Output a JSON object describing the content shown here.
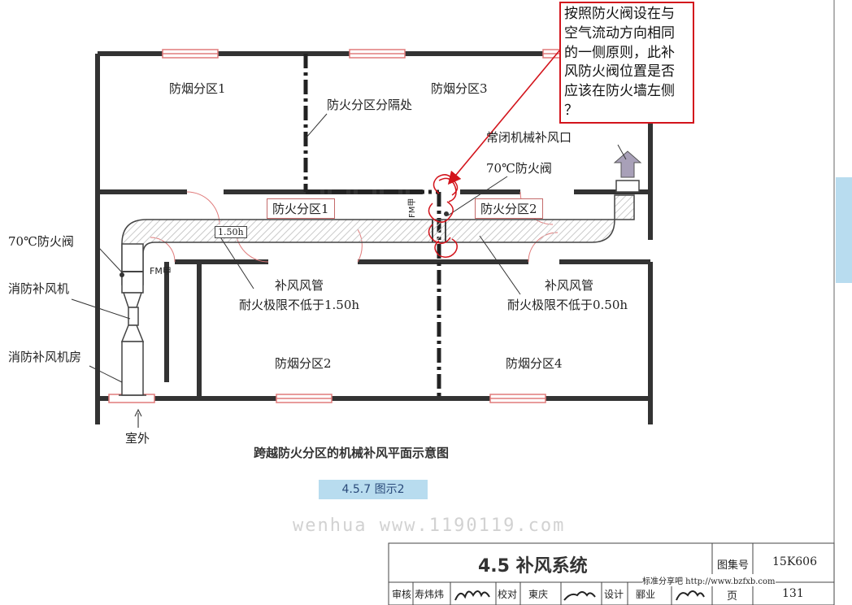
{
  "note": {
    "lines": [
      "按照防火阀设在与",
      "空气流动方向相同",
      "的一侧原则，此补",
      "风防火阀位置是否",
      "应该在防火墙左侧",
      "？"
    ]
  },
  "zones": {
    "smoke_1": "防烟分区1",
    "smoke_2": "防烟分区2",
    "smoke_3": "防烟分区3",
    "smoke_4": "防烟分区4",
    "fire_1": "防火分区1",
    "fire_2": "防火分区2"
  },
  "labels": {
    "fire_partition": "防火分区分隔处",
    "normally_closed_inlet": "常闭机械补风口",
    "damper_70_right": "70℃防火阀",
    "damper_70_left": "70℃防火阀",
    "fan": "消防补风机",
    "fan_room": "消防补风机房",
    "duct_left": "补风风管",
    "duct_left_rating": "耐火极限不低于1.50h",
    "duct_right": "补风风管",
    "duct_right_rating": "耐火极限不低于0.50h",
    "rating_tag": "1.50h",
    "fm_left": "FM甲",
    "fm_right": "FM甲",
    "outdoor": "室外"
  },
  "caption": "跨越防火分区的机械补风平面示意图",
  "figure_badge": "4.5.7 图示2",
  "watermark": "wenhua www.1190119.com",
  "title_block": {
    "title": "4.5  补风系统",
    "atlas_label": "图集号",
    "atlas_no": "15K606",
    "page_label": "页",
    "page_no": "131",
    "review_label": "审核",
    "reviewer": "寿炜炜",
    "proof_label": "校对",
    "proofer": "東庆",
    "design_label": "设计",
    "designer": "郦业",
    "site_text": "标准分享吧 http://www.bzfxb.com"
  }
}
